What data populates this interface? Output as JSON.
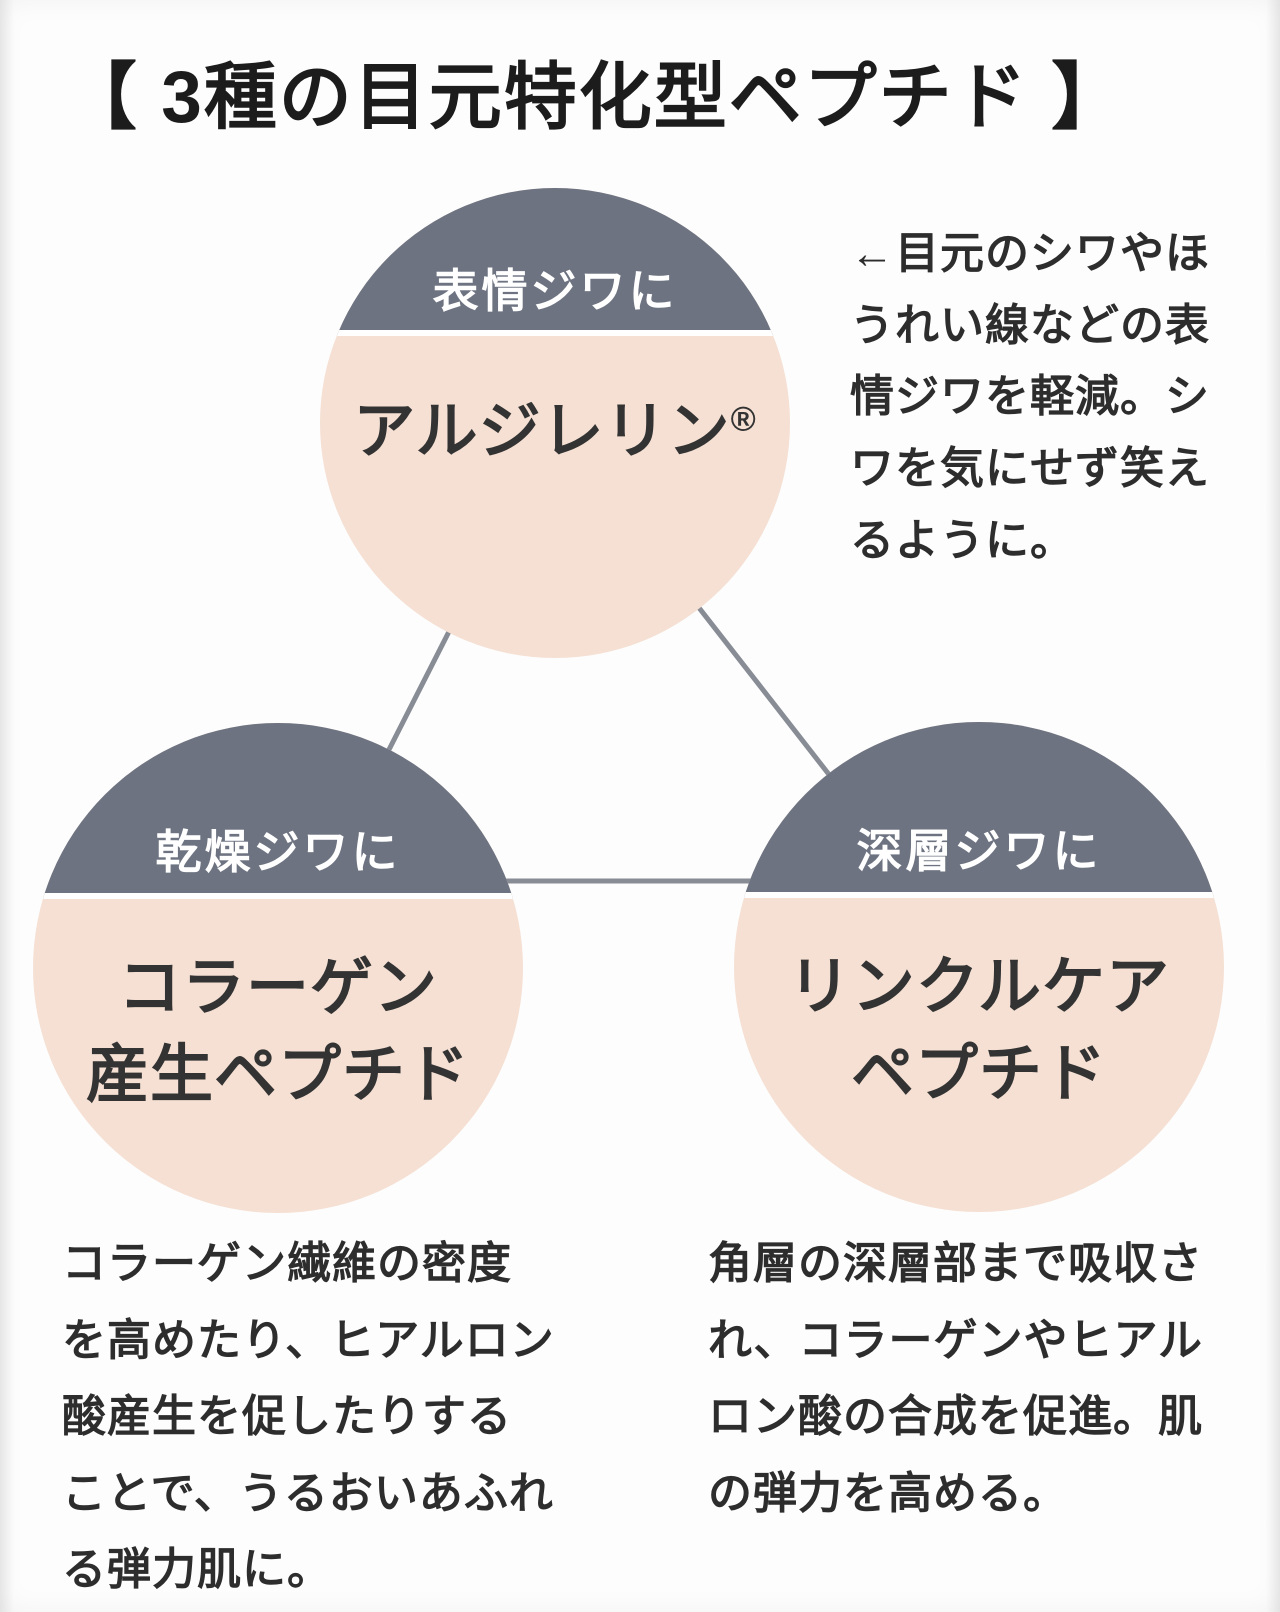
{
  "title": "【 3種の目元特化型ペプチド 】",
  "colors": {
    "cap": "#6d7381",
    "circle": "#f5e0d3",
    "line": "#878c95",
    "ink": "#1c1c1c",
    "body-ink": "#2d2d2d"
  },
  "circles": {
    "top": {
      "tag": "表情ジワに",
      "name": "アルジレリン",
      "reg": "®"
    },
    "bottom_left": {
      "tag": "乾燥ジワに",
      "name_line1": "コラーゲン",
      "name_line2": "産生ペプチド"
    },
    "bottom_right": {
      "tag": "深層ジワに",
      "name_line1": "リンクルケア",
      "name_line2": "ペプチド"
    }
  },
  "annotations": {
    "top_note": "←目元のシワやほうれい線などの表情ジワを軽減。シワを気にせず笑えるように。",
    "bottom_left_note": "コラーゲン繊維の密度を高めたり、ヒアルロン酸産生を促したりすることで、うるおいあふれる弾力肌に。",
    "bottom_right_note": "角層の深層部まで吸収され、コラーゲンやヒアルロン酸の合成を促進。肌の弾力を高める。"
  }
}
